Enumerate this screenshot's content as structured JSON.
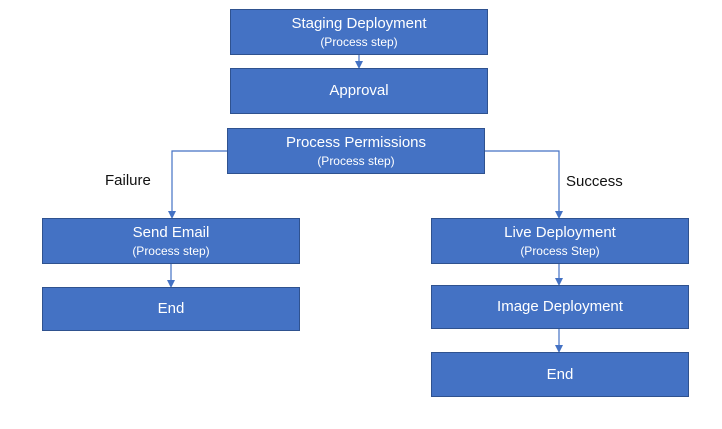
{
  "colors": {
    "node_fill": "#4472C4",
    "node_border": "#2F528F",
    "connector": "#4472C4"
  },
  "nodes": {
    "staging": {
      "title": "Staging Deployment",
      "sub": "(Process step)"
    },
    "approval": {
      "title": "Approval"
    },
    "permissions": {
      "title": "Process Permissions",
      "sub": "(Process step)"
    },
    "send_email": {
      "title": "Send Email",
      "sub": "(Process step)"
    },
    "end_left": {
      "title": "End"
    },
    "live": {
      "title": "Live Deployment",
      "sub": "(Process Step)"
    },
    "image": {
      "title": "Image Deployment"
    },
    "end_right": {
      "title": "End"
    }
  },
  "edge_labels": {
    "failure": "Failure",
    "success": "Success"
  }
}
